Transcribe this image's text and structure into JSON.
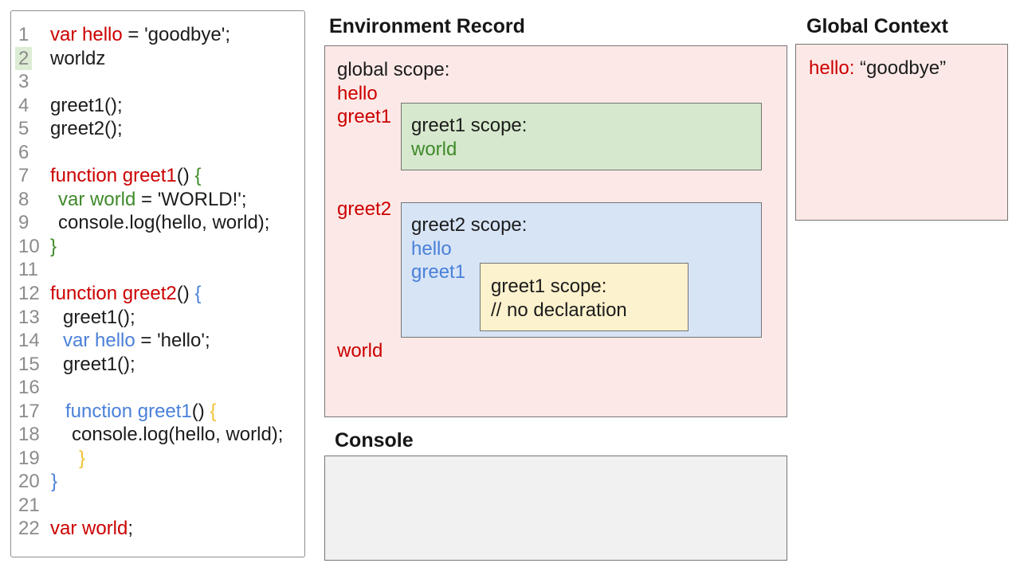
{
  "colors": {
    "red": "#cc0000",
    "green": "#3f8a2b",
    "blue": "#4a80d9",
    "yellow": "#f1c232",
    "black": "#1c1c1c",
    "line_number": "#8b8b8b",
    "line_highlight": "#ddecd4",
    "pink_bg": "#fce9e7",
    "green_bg": "#d6e8cd",
    "blue_bg": "#d7e4f6",
    "yellow_bg": "#fcf2cd",
    "console_bg": "#f1f1f1"
  },
  "code_panel": {
    "lines": [
      {
        "n": "1",
        "segments": [
          {
            "t": "var hello",
            "c": "red"
          },
          {
            "t": " = 'goodbye';",
            "c": "black"
          }
        ]
      },
      {
        "n": "2",
        "hl": true,
        "segments": [
          {
            "t": "worldz",
            "c": "black"
          }
        ]
      },
      {
        "n": "3",
        "segments": []
      },
      {
        "n": "4",
        "segments": [
          {
            "t": "greet1();",
            "c": "black"
          }
        ]
      },
      {
        "n": "5",
        "segments": [
          {
            "t": "greet2();",
            "c": "black"
          }
        ]
      },
      {
        "n": "6",
        "segments": []
      },
      {
        "n": "7",
        "segments": [
          {
            "t": "function greet1",
            "c": "red"
          },
          {
            "t": "() ",
            "c": "black"
          },
          {
            "t": "{",
            "c": "green"
          }
        ]
      },
      {
        "n": "8",
        "indent": 10,
        "segments": [
          {
            "t": "var world",
            "c": "green"
          },
          {
            "t": " = 'WORLD!';",
            "c": "black"
          }
        ]
      },
      {
        "n": "9",
        "indent": 10,
        "segments": [
          {
            "t": "console.log(hello, world);",
            "c": "black"
          }
        ]
      },
      {
        "n": "10",
        "segments": [
          {
            "t": "}",
            "c": "green"
          }
        ]
      },
      {
        "n": "11",
        "segments": []
      },
      {
        "n": "12",
        "segments": [
          {
            "t": "function greet2",
            "c": "red"
          },
          {
            "t": "() ",
            "c": "black"
          },
          {
            "t": "{",
            "c": "blue"
          }
        ]
      },
      {
        "n": "13",
        "indent": 16,
        "segments": [
          {
            "t": "greet1();",
            "c": "black"
          }
        ]
      },
      {
        "n": "14",
        "indent": 16,
        "segments": [
          {
            "t": "var hello",
            "c": "blue"
          },
          {
            "t": " = 'hello';",
            "c": "black"
          }
        ]
      },
      {
        "n": "15",
        "indent": 16,
        "segments": [
          {
            "t": "greet1();",
            "c": "black"
          }
        ]
      },
      {
        "n": "16",
        "segments": []
      },
      {
        "n": "17",
        "indent": 19,
        "segments": [
          {
            "t": "function greet1",
            "c": "blue"
          },
          {
            "t": "() ",
            "c": "black"
          },
          {
            "t": "{",
            "c": "yellow"
          }
        ]
      },
      {
        "n": "18",
        "indent": 27,
        "segments": [
          {
            "t": "console.log(hello, world);",
            "c": "black"
          }
        ]
      },
      {
        "n": "19",
        "indent": 36,
        "segments": [
          {
            "t": "}",
            "c": "yellow"
          }
        ]
      },
      {
        "n": "20",
        "indent": 1,
        "segments": [
          {
            "t": "}",
            "c": "blue"
          }
        ]
      },
      {
        "n": "21",
        "segments": []
      },
      {
        "n": "22",
        "segments": [
          {
            "t": "var world",
            "c": "red"
          },
          {
            "t": ";",
            "c": "black"
          }
        ]
      }
    ]
  },
  "environment_record": {
    "title": "Environment Record",
    "global_scope_label": "global scope:",
    "label_hello": "hello",
    "label_greet1": "greet1",
    "label_greet2": "greet2",
    "label_world": "world",
    "greet1_scope": {
      "title": "greet1 scope:",
      "var_world": "world"
    },
    "greet2_scope": {
      "title": "greet2 scope:",
      "var_hello": "hello",
      "var_greet1": "greet1",
      "inner_scope": {
        "title": "greet1 scope:",
        "comment": "// no declaration"
      }
    }
  },
  "global_context": {
    "title": "Global Context",
    "entry_key": "hello:",
    "entry_value": "“goodbye”"
  },
  "console": {
    "title": "Console"
  }
}
